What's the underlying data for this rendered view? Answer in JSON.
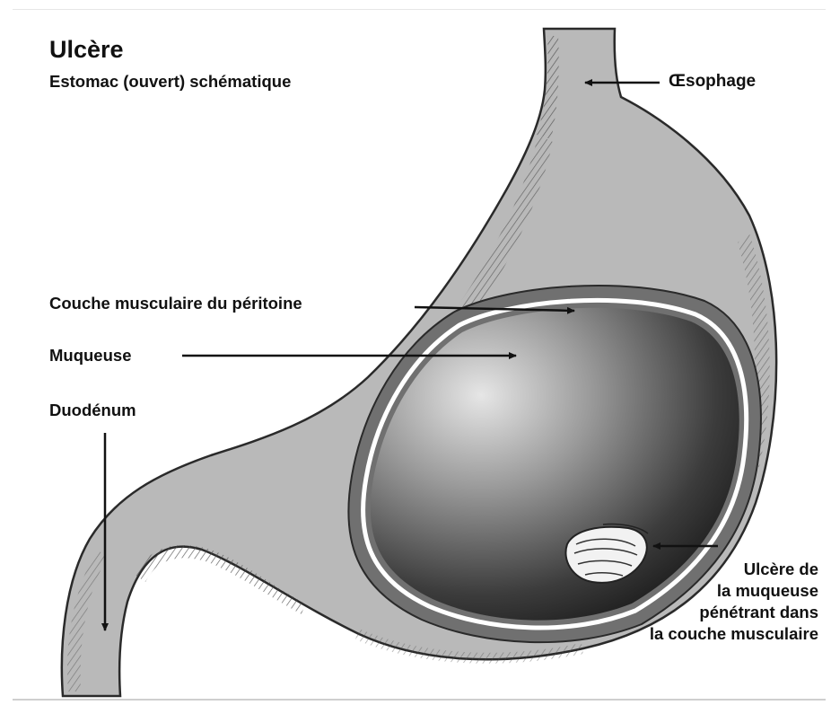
{
  "title": "Ulcère",
  "subtitle": "Estomac (ouvert) schématique",
  "labels": {
    "esophagus": "Œsophage",
    "muscle_layer": "Couche musculaire du péritoine",
    "mucosa": "Muqueuse",
    "duodenum": "Duodénum",
    "ulcer_lines": [
      "Ulcère de",
      "la muqueuse",
      "pénétrant dans",
      "la couche musculaire"
    ]
  },
  "colors": {
    "stomach_wall": "#b8b8b8",
    "muscle_ring": "#6f6f6f",
    "mucosa_line": "#ffffff",
    "lumen_light": "#e8e8e8",
    "lumen_dark": "#1c1c1c",
    "text": "#111111",
    "arrows": "#111111"
  }
}
